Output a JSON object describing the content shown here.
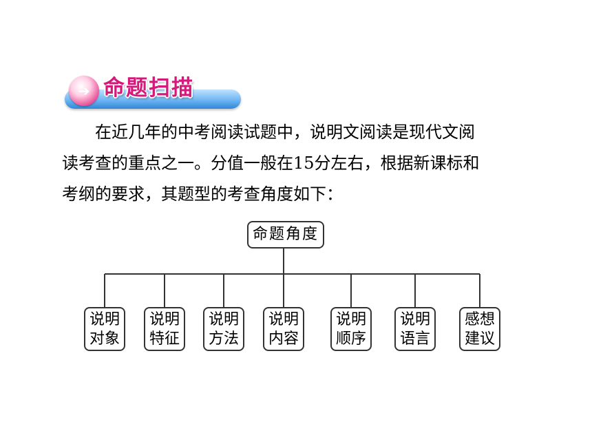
{
  "header": {
    "title": "命题扫描",
    "icon": "arrow-right-circle-icon",
    "colors": {
      "title": "#d4197a",
      "bar": "#6fb6f2",
      "circle": "#e64a93"
    }
  },
  "intro": {
    "lines": [
      "在近几年的中考阅读试题中，说明文阅读是现代文阅",
      "读考查的重点之一。分值一般在15分左右，根据新课标和",
      "考纲的要求，其题型的考查角度如下："
    ]
  },
  "diagram": {
    "root": "命题角度",
    "children": [
      {
        "line1": "说明",
        "line2": "对象"
      },
      {
        "line1": "说明",
        "line2": "特征"
      },
      {
        "line1": "说明",
        "line2": "方法"
      },
      {
        "line1": "说明",
        "line2": "内容"
      },
      {
        "line1": "说明",
        "line2": "顺序"
      },
      {
        "line1": "说明",
        "line2": "语言"
      },
      {
        "line1": "感想",
        "line2": "建议"
      }
    ]
  }
}
